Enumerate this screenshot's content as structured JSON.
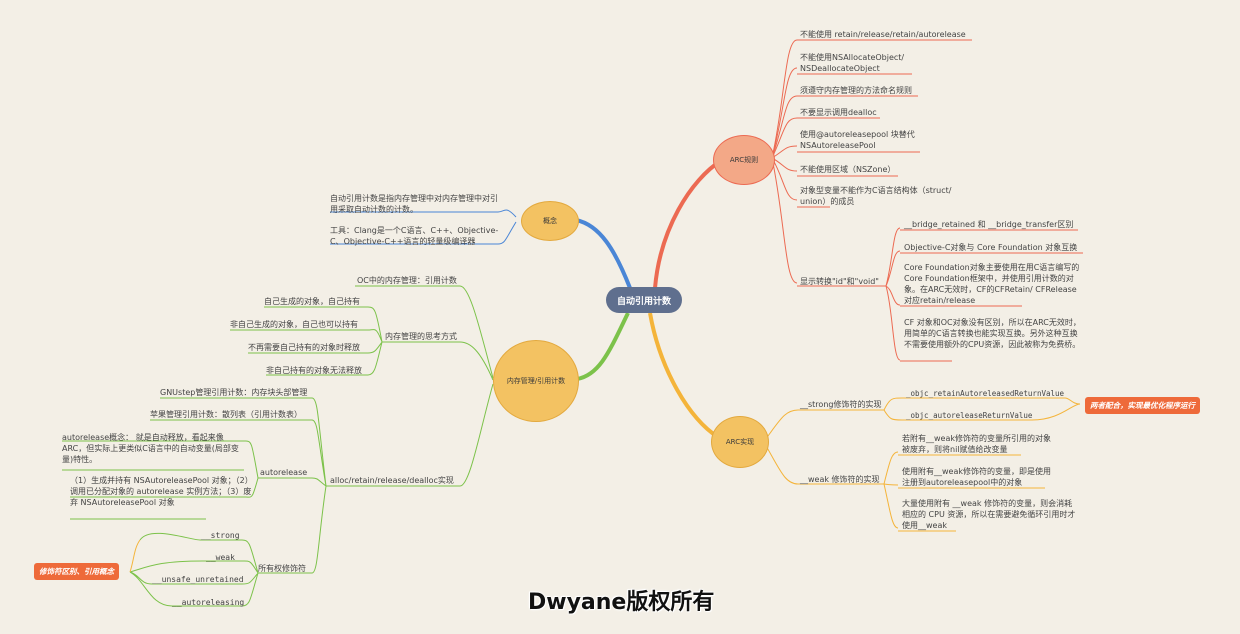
{
  "root": "自动引用计数",
  "branches": {
    "arc_rules": {
      "label": "ARC规则",
      "items": [
        "不能使用 retain/release/retain/autorelease",
        "不能使用NSAllocateObject/ NSDeallocateObject",
        "须遵守内存管理的方法命名规则",
        "不要显示调用dealloc",
        "使用@autoreleasepool 块替代 NSAutoreleasePool",
        "不能使用区域（NSZone）",
        "对象型变量不能作为C语言结构体（struct/ union）的成员",
        "显示转换\"id\"和\"void\""
      ],
      "bridge": [
        "__bridge_retained 和 __bridge_transfer区别",
        "Objective-C对象与 Core Foundation 对象互换",
        "Core Foundation对象主要使用在用C语言编写的Core Foundation框架中，并使用引用计数的对象。在ARC无效时，CF的CFRetain/ CFRelease对应retain/release",
        "CF 对象和OC对象没有区别，所以在ARC无效时，用简单的C语言转换也能实现互换。另外这种互换不需要使用额外的CPU资源，因此被称为免费桥。"
      ]
    },
    "concept": {
      "label": "概念",
      "items": [
        "自动引用计数是指内存管理中对内存管理中对引用采取自动计数的计数。",
        "工具：Clang是一个C语言、C++、Objective-C、Objective-C++语言的轻量级编译器"
      ]
    },
    "arc_impl": {
      "label": "ARC实现",
      "strong": "__strong修饰符的实现",
      "strong_items": [
        "_objc_retainAutoreleasedReturnValue",
        "_objc_autoreleaseReturnValue"
      ],
      "strong_tag": "两者配合，实现最优化程序运行",
      "weak": "__weak 修饰符的实现",
      "weak_items": [
        "若附有__weak修饰符的变量所引用的对象被废弃，则将nil赋值给改变量",
        "使用附有__weak修饰符的变量，即是使用注册到autoreleasepool中的对象",
        "大量使用附有 __weak 修饰符的变量，则会消耗相应的 CPU 资源，所以在需要避免循环引用时才使用__weak"
      ]
    },
    "memory": {
      "label": "内存管理/引用计数",
      "oc": "OC中的内存管理：引用计数",
      "think": "内存管理的思考方式",
      "think_items": [
        "自己生成的对象，自己持有",
        "非自己生成的对象，自己也可以持有",
        "不再需要自己持有的对象时释放",
        "非自己持有的对象无法释放"
      ],
      "impl": "alloc/retain/release/dealloc实现",
      "gnustep": "GNUstep管理引用计数：内存块头部管理",
      "apple": "苹果管理引用计数：散列表（引用计数表）",
      "autorelease": "autorelease",
      "autorelease_items": [
        "autorelease概念： 就是自动释放，看起来像ARC，但实际上更类似C语言中的自动变量(局部变量)特性。",
        "（1）生成并持有 NSAutoreleasePool 对象；（2）调用已分配对象的 autorelease 实例方法；（3）废弃 NSAutoreleasePool 对象"
      ],
      "ownership": "所有权修饰符",
      "ownership_items": [
        "__strong",
        "__weak",
        "__unsafe_unretained",
        "__autoreleasing"
      ],
      "ownership_tag": "修饰符区别、引用概念"
    }
  },
  "watermark": "Dwyane版权所有",
  "colors": {
    "orange_red": "#ec6a52",
    "blue": "#4a86d6",
    "green": "#7cc24a",
    "yellow": "#f4b43a",
    "root": "#5f6f8e"
  }
}
